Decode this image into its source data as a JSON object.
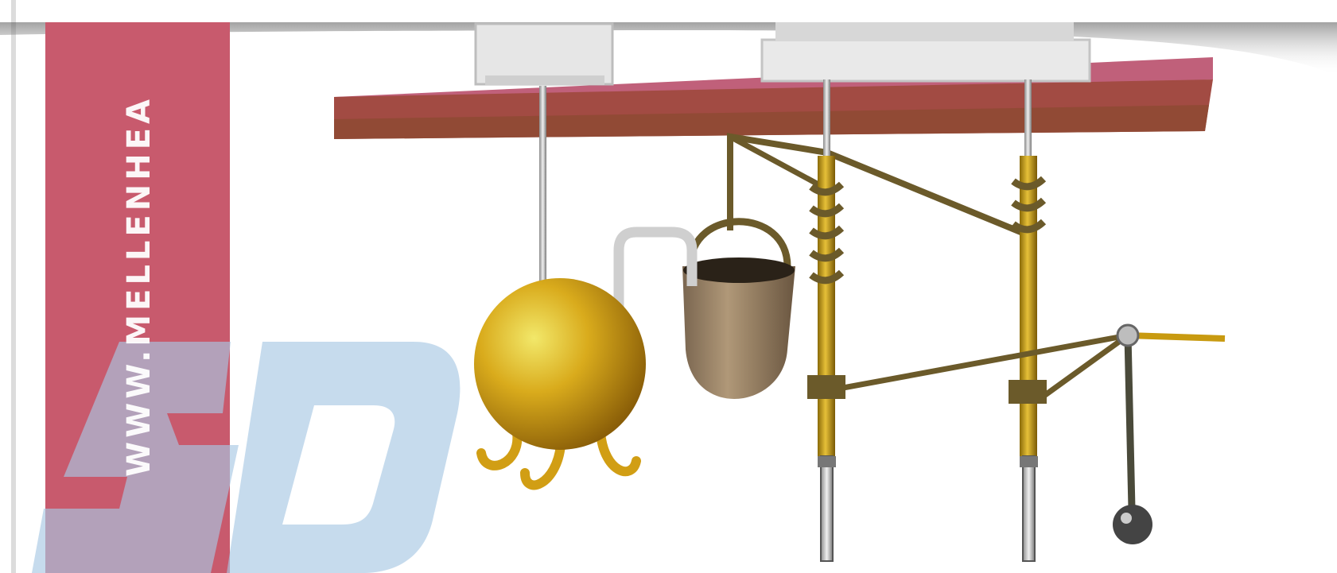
{
  "banner": {
    "side_text": "WWW.MELLENHEA",
    "watermark_text": "SD"
  },
  "colors": {
    "background": "#ffffff",
    "pink_band": "#c85a6d",
    "shelf": "#b4536a",
    "shelf_front": "#8e4a33",
    "watermark_blue": "#a8c8e4",
    "brass": "#c89a10",
    "sphere": "#d9ab1c",
    "pot": "#9a8266",
    "rod": "#d0d0d0",
    "string": "#6b5a2a",
    "dark_ball": "#444444"
  },
  "icons": [
    "shelf",
    "hanging-box",
    "brass-sphere",
    "bent-tube",
    "hanging-pot",
    "brass-column",
    "counterweight-ball",
    "pendulum-arm"
  ]
}
